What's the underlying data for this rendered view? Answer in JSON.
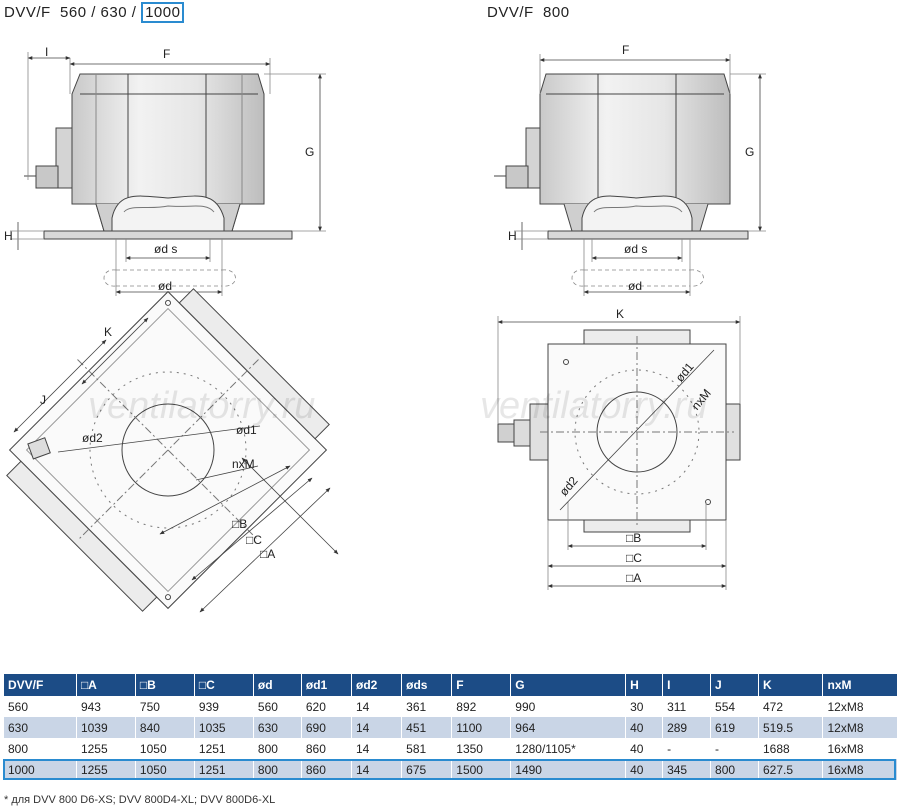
{
  "titles": {
    "left_prefix": "DVV/F  560 / 630 / ",
    "left_highlight": "1000",
    "right": "DVV/F  800"
  },
  "labels": {
    "I": "I",
    "F": "F",
    "G": "G",
    "H": "H",
    "ds": "ød s",
    "d": "ød",
    "K": "K",
    "J": "J",
    "d1": "ød1",
    "d2": "ød2",
    "nxM": "nxM",
    "B": "□B",
    "C": "□C",
    "A": "□A"
  },
  "watermark": "ventilatorry.ru",
  "table": {
    "headers": [
      "DVV/F",
      "□A",
      "□B",
      "□C",
      "ød",
      "ød1",
      "ød2",
      "øds",
      "F",
      "G",
      "H",
      "I",
      "J",
      "K",
      "nxM"
    ],
    "rows": [
      [
        "560",
        "943",
        "750",
        "939",
        "560",
        "620",
        "14",
        "361",
        "892",
        "990",
        "30",
        "311",
        "554",
        "472",
        "12xM8"
      ],
      [
        "630",
        "1039",
        "840",
        "1035",
        "630",
        "690",
        "14",
        "451",
        "1100",
        "964",
        "40",
        "289",
        "619",
        "519.5",
        "12xM8"
      ],
      [
        "800",
        "1255",
        "1050",
        "1251",
        "800",
        "860",
        "14",
        "581",
        "1350",
        "1280/1105*",
        "40",
        "-",
        "-",
        "1688",
        "16xM8"
      ],
      [
        "1000",
        "1255",
        "1050",
        "1251",
        "800",
        "860",
        "14",
        "675",
        "1500",
        "1490",
        "40",
        "345",
        "800",
        "627.5",
        "16xM8"
      ]
    ]
  },
  "footnote": "* для DVV 800 D6-XS; DVV 800D4-XL; DVV 800D6-XL",
  "colors": {
    "header_bg": "#1c4c86",
    "row_alt": "#c9d5e6",
    "highlight": "#2a8bd0"
  }
}
